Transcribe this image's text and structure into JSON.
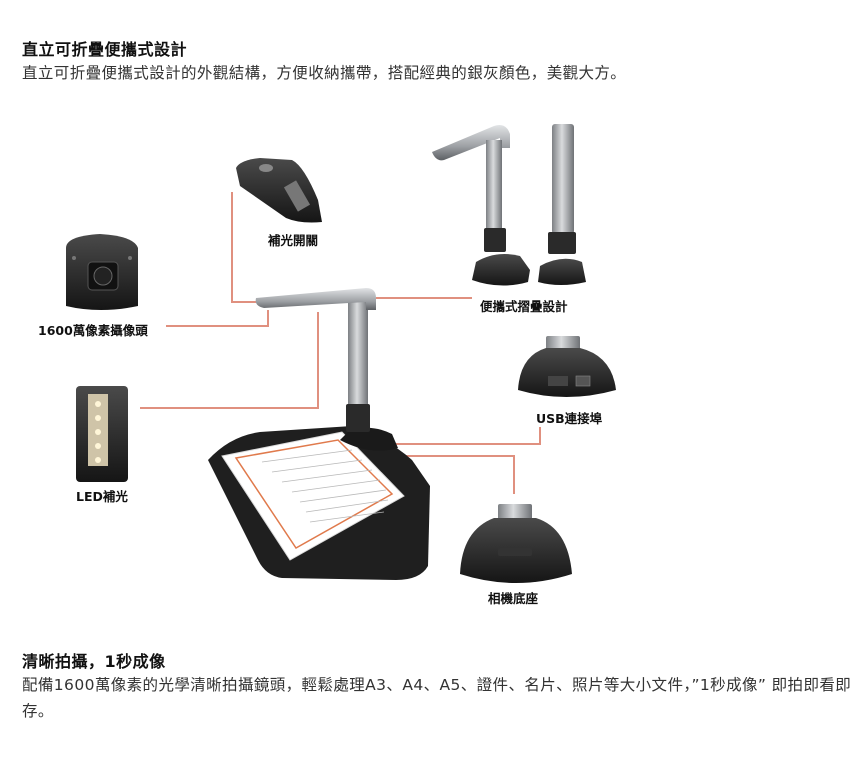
{
  "section1": {
    "heading": "直立可折疊便攜式設計",
    "body": "直立可折疊便攜式設計的外觀結構，方便收納攜帶，搭配經典的銀灰顏色，美觀大方。"
  },
  "diagram": {
    "labels": {
      "fill_light_switch": "補光開關",
      "camera": "1600萬像素攝像頭",
      "portable_folding": "便攜式摺疊設計",
      "usb_port": "USB連接埠",
      "led_fill": "LED補光",
      "base": "相機底座"
    },
    "colors": {
      "leader_line": "#e0907f",
      "body_dark": "#2a2a2a",
      "silver": "#b9bcbf"
    }
  },
  "section2": {
    "heading": "清晰拍攝，1秒成像",
    "body": "配備1600萬像素的光學清晰拍攝鏡頭，輕鬆處理A3、A4、A5、證件、名片、照片等大小文件，”1秒成像” 即拍即看即存。"
  }
}
